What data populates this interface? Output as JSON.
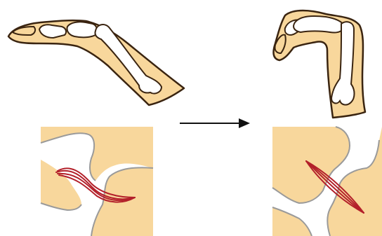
{
  "colors": {
    "skin": "#F8D79C",
    "outline": "#3A2410",
    "bone": "#FFFFFF",
    "joint_line": "#9A9A9A",
    "ligament": "#B3202A",
    "arrow": "#111111"
  },
  "panels": [
    {
      "id": "before",
      "finger_pose": "extended",
      "ligament_state": "relaxed"
    },
    {
      "id": "after",
      "finger_pose": "flexed",
      "ligament_state": "taut"
    }
  ],
  "arrow_direction": "right"
}
